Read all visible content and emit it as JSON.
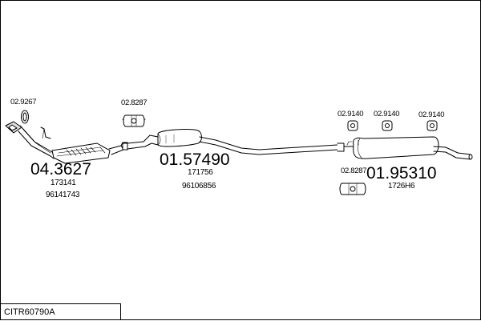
{
  "diagram_code": "CITR60790A",
  "parts": [
    {
      "id": "front",
      "number": "04.3627",
      "refs": [
        "173141",
        "96141743"
      ]
    },
    {
      "id": "middle",
      "number": "01.57490",
      "refs": [
        "171756",
        "96106856"
      ]
    },
    {
      "id": "rear",
      "number": "01.95310",
      "refs": [
        "1726H6"
      ]
    }
  ],
  "fittings": [
    {
      "id": "gasket-front",
      "number": "02.9267"
    },
    {
      "id": "clamp-middle",
      "number": "02.8287"
    },
    {
      "id": "clamp-rear-1",
      "number": "02.9140"
    },
    {
      "id": "clamp-rear-2",
      "number": "02.9140"
    },
    {
      "id": "clamp-rear-3",
      "number": "02.9140"
    },
    {
      "id": "clamp-rear-low",
      "number": "02.8287"
    }
  ]
}
